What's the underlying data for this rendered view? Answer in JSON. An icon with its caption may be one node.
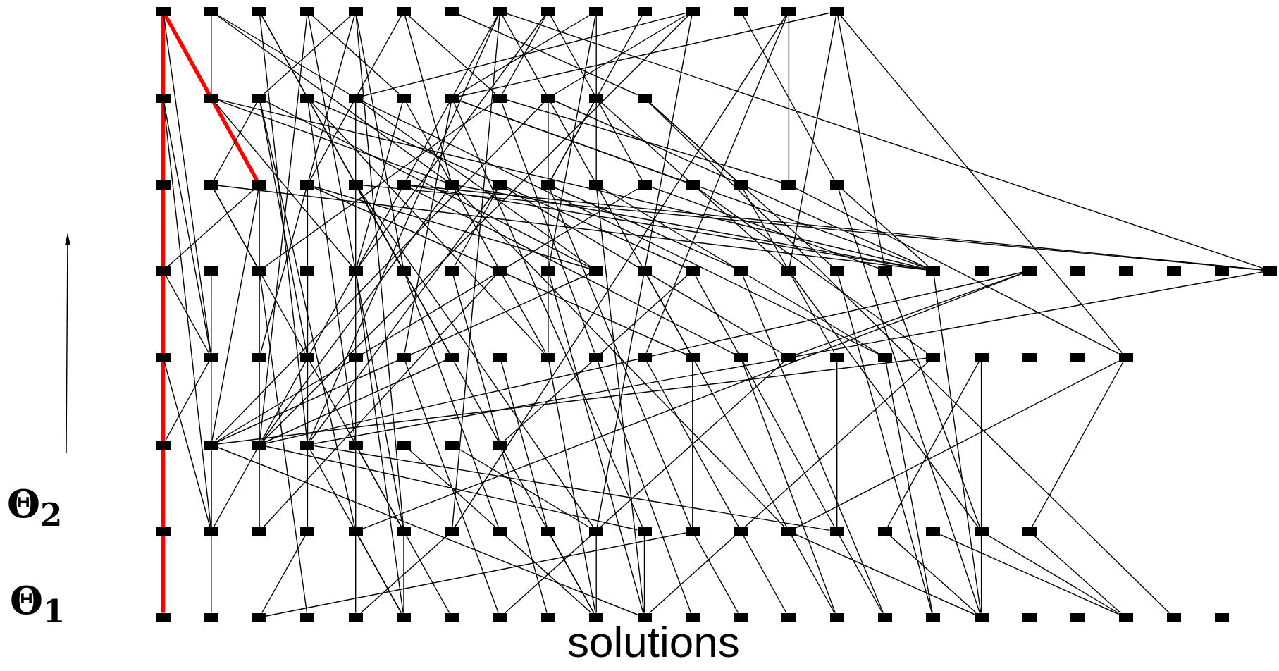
{
  "diagram": {
    "nodes": [
      {
        "text": [],
        "shape": "bar"
      },
      {
        "text": [],
        "shape": "bar"
      },
      {
        "text": [],
        "shape": "bar"
      },
      {
        "text": [],
        "shape": "bar"
      },
      {
        "text": [],
        "shape": "bar"
      },
      {
        "text": [],
        "shape": "bar"
      },
      {
        "text": [],
        "shape": "bar"
      },
      {
        "text": [],
        "shape": "bar"
      },
      {
        "text": [],
        "shape": "bar"
      },
      {
        "text": [],
        "shape": "bar"
      },
      {
        "text": [],
        "shape": "bar"
      },
      {
        "text": [],
        "shape": "bar"
      },
      {
        "text": [],
        "shape": "bar"
      },
      {
        "text": [],
        "shape": "bar"
      },
      {
        "text": [],
        "shape": "bar"
      },
      {
        "text": [],
        "shape": "bar"
      },
      {
        "text": [],
        "shape": "bar"
      },
      {
        "text": [],
        "shape": "bar"
      },
      {
        "text": [],
        "shape": "bar"
      },
      {
        "text": [],
        "shape": "bar"
      },
      {
        "text": [],
        "shape": "bar"
      },
      {
        "text": [],
        "shape": "bar"
      },
      {
        "text": [],
        "shape": "bar"
      },
      {
        "text": [],
        "shape": "bar"
      },
      {
        "text": [],
        "shape": "bar"
      },
      {
        "text": [],
        "shape": "bar"
      },
      {
        "text": [],
        "shape": "bar"
      },
      {
        "text": [],
        "shape": "bar"
      },
      {
        "text": [],
        "shape": "bar"
      },
      {
        "text": [],
        "shape": "bar"
      },
      {
        "text": [],
        "shape": "bar"
      },
      {
        "text": [],
        "shape": "bar"
      },
      {
        "text": [],
        "shape": "bar"
      },
      {
        "text": [],
        "shape": "bar"
      },
      {
        "text": [],
        "shape": "bar"
      },
      {
        "text": [],
        "shape": "bar"
      },
      {
        "text": [],
        "shape": "bar"
      },
      {
        "text": [],
        "shape": "bar"
      },
      {
        "text": [],
        "shape": "bar"
      },
      {
        "text": [],
        "shape": "bar"
      },
      {
        "text": [],
        "shape": "bar"
      },
      {
        "text": [],
        "shape": "bar"
      },
      {
        "text": [],
        "shape": "bar"
      },
      {
        "text": [],
        "shape": "bar"
      },
      {
        "text": [],
        "shape": "bar"
      },
      {
        "text": [],
        "shape": "bar"
      },
      {
        "text": [],
        "shape": "bar"
      },
      {
        "text": [],
        "shape": "bar"
      },
      {
        "text": [],
        "shape": "bar"
      },
      {
        "text": [],
        "shape": "bar"
      },
      {
        "text": [],
        "shape": "bar"
      },
      {
        "text": [],
        "shape": "bar"
      },
      {
        "text": [],
        "shape": "bar"
      },
      {
        "text": [],
        "shape": "bar"
      },
      {
        "text": [],
        "shape": "bar"
      },
      {
        "text": [],
        "shape": "bar"
      },
      {
        "text": [],
        "shape": "bar"
      },
      {
        "text": [],
        "shape": "bar"
      },
      {
        "text": [],
        "shape": "bar"
      },
      {
        "text": [],
        "shape": "bar"
      },
      {
        "text": [],
        "shape": "bar"
      },
      {
        "text": [],
        "shape": "bar"
      },
      {
        "text": [],
        "shape": "bar"
      },
      {
        "text": [],
        "shape": "bar"
      },
      {
        "text": [],
        "shape": "bar"
      },
      {
        "text": [],
        "shape": "bar"
      },
      {
        "text": [],
        "shape": "bar"
      },
      {
        "text": [],
        "shape": "bar"
      },
      {
        "text": [],
        "shape": "bar"
      },
      {
        "text": [],
        "shape": "bar"
      },
      {
        "text": [],
        "shape": "bar"
      },
      {
        "text": [],
        "shape": "bar"
      },
      {
        "text": [],
        "shape": "bar"
      },
      {
        "text": [],
        "shape": "bar"
      },
      {
        "text": [],
        "shape": "bar"
      },
      {
        "text": [],
        "shape": "bar"
      },
      {
        "text": [],
        "shape": "bar"
      },
      {
        "text": [],
        "shape": "bar"
      },
      {
        "text": [],
        "shape": "bar"
      },
      {
        "text": [],
        "shape": "bar"
      },
      {
        "text": [],
        "shape": "bar"
      },
      {
        "text": [],
        "shape": "bar"
      },
      {
        "text": [],
        "shape": "bar"
      },
      {
        "text": [],
        "shape": "bar"
      },
      {
        "text": [],
        "shape": "bar"
      },
      {
        "text": [],
        "shape": "bar"
      },
      {
        "text": [],
        "shape": "bar"
      },
      {
        "text": [],
        "shape": "bar"
      },
      {
        "text": [],
        "shape": "bar"
      },
      {
        "text": [],
        "shape": "bar"
      },
      {
        "text": [],
        "shape": "bar"
      },
      {
        "text": [],
        "shape": "bar"
      },
      {
        "text": [],
        "shape": "bar"
      },
      {
        "text": [],
        "shape": "bar"
      },
      {
        "text": [],
        "shape": "bar"
      },
      {
        "text": [],
        "shape": "bar"
      },
      {
        "text": [],
        "shape": "bar"
      },
      {
        "text": [],
        "shape": "bar"
      },
      {
        "text": [],
        "shape": "bar"
      },
      {
        "text": [],
        "shape": "bar"
      },
      {
        "text": [],
        "shape": "bar"
      },
      {
        "text": [],
        "shape": "bar"
      },
      {
        "text": [],
        "shape": "bar"
      },
      {
        "text": [],
        "shape": "bar"
      },
      {
        "text": [],
        "shape": "bar"
      },
      {
        "text": [],
        "shape": "bar"
      },
      {
        "text": [],
        "shape": "bar"
      },
      {
        "text": [],
        "shape": "bar"
      },
      {
        "text": [],
        "shape": "bar"
      },
      {
        "text": [],
        "shape": "bar"
      },
      {
        "text": [],
        "shape": "bar"
      },
      {
        "text": [],
        "shape": "bar"
      },
      {
        "text": [],
        "shape": "bar"
      },
      {
        "text": [],
        "shape": "bar"
      },
      {
        "text": [],
        "shape": "bar"
      },
      {
        "text": [],
        "shape": "bar"
      },
      {
        "text": [],
        "shape": "bar"
      },
      {
        "text": [],
        "shape": "bar"
      },
      {
        "text": [],
        "shape": "bar"
      },
      {
        "text": [],
        "shape": "bar"
      },
      {
        "text": [],
        "shape": "bar"
      },
      {
        "text": [],
        "shape": "bar"
      },
      {
        "text": [],
        "shape": "bar"
      },
      {
        "text": [],
        "shape": "bar"
      },
      {
        "text": [],
        "shape": "bar"
      },
      {
        "text": [],
        "shape": "bar"
      },
      {
        "text": [],
        "shape": "bar"
      },
      {
        "text": [],
        "shape": "bar"
      },
      {
        "text": [],
        "shape": "bar"
      },
      {
        "text": [],
        "shape": "bar"
      },
      {
        "text": [],
        "shape": "bar"
      },
      {
        "text": [],
        "shape": "bar"
      },
      {
        "text": [],
        "shape": "bar"
      },
      {
        "text": [],
        "shape": "bar"
      },
      {
        "text": [],
        "shape": "bar"
      },
      {
        "text": [],
        "shape": "bar"
      }
    ],
    "edges": [
      {
        "from": 0,
        "to": 113,
        "arrow": "none",
        "style": "thick",
        "color": "#ff0000"
      },
      {
        "from": 0,
        "to": 28,
        "arrow": "none",
        "style": "thick",
        "color": "#ff0000"
      },
      {
        "from": 0,
        "to": 66,
        "arrow": "none"
      },
      {
        "from": 1,
        "to": 16,
        "arrow": "none"
      },
      {
        "from": 1,
        "to": 19,
        "arrow": "none"
      },
      {
        "from": 1,
        "to": 32,
        "arrow": "none"
      },
      {
        "from": 2,
        "to": 89,
        "arrow": "none"
      },
      {
        "from": 2,
        "to": 30,
        "arrow": "none"
      },
      {
        "from": 2,
        "to": 46,
        "arrow": "none"
      },
      {
        "from": 3,
        "to": 20,
        "arrow": "none"
      },
      {
        "from": 3,
        "to": 88,
        "arrow": "none"
      },
      {
        "from": 3,
        "to": 99,
        "arrow": "none"
      },
      {
        "from": 4,
        "to": 17,
        "arrow": "none"
      },
      {
        "from": 4,
        "to": 46,
        "arrow": "none"
      },
      {
        "from": 4,
        "to": 99,
        "arrow": "none"
      },
      {
        "from": 4,
        "to": 67,
        "arrow": "none"
      },
      {
        "from": 5,
        "to": 22,
        "arrow": "none"
      },
      {
        "from": 5,
        "to": 29,
        "arrow": "none"
      },
      {
        "from": 5,
        "to": 32,
        "arrow": "none"
      },
      {
        "from": 6,
        "to": 25,
        "arrow": "none"
      },
      {
        "from": 7,
        "to": 64,
        "arrow": "none"
      },
      {
        "from": 7,
        "to": 76,
        "arrow": "none"
      },
      {
        "from": 7,
        "to": 88,
        "arrow": "none"
      },
      {
        "from": 7,
        "to": 89,
        "arrow": "none"
      },
      {
        "from": 7,
        "to": 100,
        "arrow": "none"
      },
      {
        "from": 8,
        "to": 22,
        "arrow": "none"
      },
      {
        "from": 8,
        "to": 36,
        "arrow": "none"
      },
      {
        "from": 8,
        "to": 45,
        "arrow": "none"
      },
      {
        "from": 9,
        "to": 21,
        "arrow": "none"
      },
      {
        "from": 9,
        "to": 35,
        "arrow": "none"
      },
      {
        "from": 9,
        "to": 49,
        "arrow": "none"
      },
      {
        "from": 10,
        "to": 34,
        "arrow": "none"
      },
      {
        "from": 11,
        "to": 19,
        "arrow": "none"
      },
      {
        "from": 11,
        "to": 88,
        "arrow": "none"
      },
      {
        "from": 11,
        "to": 103,
        "arrow": "none"
      },
      {
        "from": 11,
        "to": 23,
        "arrow": "none"
      },
      {
        "from": 12,
        "to": 40,
        "arrow": "none"
      },
      {
        "from": 13,
        "to": 39,
        "arrow": "none"
      },
      {
        "from": 13,
        "to": 75,
        "arrow": "none"
      },
      {
        "from": 13,
        "to": 100,
        "arrow": "none"
      },
      {
        "from": 14,
        "to": 21,
        "arrow": "none"
      },
      {
        "from": 14,
        "to": 54,
        "arrow": "none"
      },
      {
        "from": 14,
        "to": 85,
        "arrow": "none"
      },
      {
        "from": 14,
        "to": 56,
        "arrow": "none"
      },
      {
        "from": 15,
        "to": 66,
        "arrow": "none"
      },
      {
        "from": 15,
        "to": 95,
        "arrow": "none"
      },
      {
        "from": 16,
        "to": 57,
        "arrow": "none"
      },
      {
        "from": 16,
        "to": 32,
        "arrow": "none"
      },
      {
        "from": 16,
        "to": 45,
        "arrow": "none"
      },
      {
        "from": 17,
        "to": 27,
        "arrow": "none"
      },
      {
        "from": 17,
        "to": 50,
        "arrow": "none"
      },
      {
        "from": 17,
        "to": 98,
        "arrow": "none"
      },
      {
        "from": 17,
        "to": 68,
        "arrow": "none"
      },
      {
        "from": 18,
        "to": 90,
        "arrow": "none"
      },
      {
        "from": 18,
        "to": 52,
        "arrow": "none"
      },
      {
        "from": 18,
        "to": 73,
        "arrow": "none"
      },
      {
        "from": 19,
        "to": 50,
        "arrow": "none"
      },
      {
        "from": 19,
        "to": 80,
        "arrow": "none"
      },
      {
        "from": 19,
        "to": 117,
        "arrow": "none"
      },
      {
        "from": 20,
        "to": 45,
        "arrow": "none"
      },
      {
        "from": 20,
        "to": 73,
        "arrow": "none"
      },
      {
        "from": 21,
        "to": 57,
        "arrow": "none"
      },
      {
        "from": 21,
        "to": 70,
        "arrow": "none"
      },
      {
        "from": 21,
        "to": 37,
        "arrow": "none"
      },
      {
        "from": 21,
        "to": 104,
        "arrow": "none"
      },
      {
        "from": 22,
        "to": 43,
        "arrow": "none"
      },
      {
        "from": 22,
        "to": 39,
        "arrow": "none"
      },
      {
        "from": 22,
        "to": 74,
        "arrow": "none"
      },
      {
        "from": 23,
        "to": 73,
        "arrow": "none"
      },
      {
        "from": 23,
        "to": 57,
        "arrow": "none"
      },
      {
        "from": 23,
        "to": 87,
        "arrow": "none"
      },
      {
        "from": 24,
        "to": 34,
        "arrow": "none"
      },
      {
        "from": 24,
        "to": 54,
        "arrow": "none"
      },
      {
        "from": 25,
        "to": 55,
        "arrow": "none"
      },
      {
        "from": 25,
        "to": 134,
        "arrow": "none"
      },
      {
        "from": 25,
        "to": 38,
        "arrow": "none"
      },
      {
        "from": 28,
        "to": 41,
        "arrow": "none"
      },
      {
        "from": 27,
        "to": 43,
        "arrow": "none"
      },
      {
        "from": 27,
        "to": 68,
        "arrow": "none"
      },
      {
        "from": 27,
        "to": 57,
        "arrow": "none"
      },
      {
        "from": 28,
        "to": 87,
        "arrow": "none"
      },
      {
        "from": 28,
        "to": 96,
        "arrow": "none"
      },
      {
        "from": 29,
        "to": 50,
        "arrow": "none"
      },
      {
        "from": 29,
        "to": 76,
        "arrow": "none"
      },
      {
        "from": 29,
        "to": 89,
        "arrow": "none"
      },
      {
        "from": 30,
        "to": 64,
        "arrow": "none"
      },
      {
        "from": 30,
        "to": 71,
        "arrow": "none"
      },
      {
        "from": 30,
        "to": 103,
        "arrow": "none"
      },
      {
        "from": 30,
        "to": 122,
        "arrow": "none"
      },
      {
        "from": 31,
        "to": 64,
        "arrow": "none"
      },
      {
        "from": 31,
        "to": 57,
        "arrow": "none"
      },
      {
        "from": 31,
        "to": 77,
        "arrow": "none"
      },
      {
        "from": 32,
        "to": 57,
        "arrow": "none"
      },
      {
        "from": 32,
        "to": 88,
        "arrow": "none"
      },
      {
        "from": 32,
        "to": 107,
        "arrow": "none"
      },
      {
        "from": 33,
        "to": 47,
        "arrow": "none"
      },
      {
        "from": 33,
        "to": 89,
        "arrow": "none"
      },
      {
        "from": 33,
        "to": 78,
        "arrow": "none"
      },
      {
        "from": 34,
        "to": 53,
        "arrow": "none"
      },
      {
        "from": 34,
        "to": 105,
        "arrow": "none"
      },
      {
        "from": 35,
        "to": 80,
        "arrow": "none"
      },
      {
        "from": 35,
        "to": 123,
        "arrow": "none"
      },
      {
        "from": 36,
        "to": 56,
        "arrow": "none"
      },
      {
        "from": 36,
        "to": 87,
        "arrow": "none"
      },
      {
        "from": 37,
        "to": 81,
        "arrow": "none"
      },
      {
        "from": 38,
        "to": 79,
        "arrow": "none"
      },
      {
        "from": 39,
        "to": 85,
        "arrow": "none"
      },
      {
        "from": 40,
        "to": 57,
        "arrow": "none"
      },
      {
        "from": 40,
        "to": 130,
        "arrow": "none"
      },
      {
        "from": 41,
        "to": 66,
        "arrow": "none"
      },
      {
        "from": 42,
        "to": 66,
        "arrow": "none"
      },
      {
        "from": 43,
        "to": 116,
        "arrow": "none"
      },
      {
        "from": 44,
        "to": 97,
        "arrow": "none"
      },
      {
        "from": 45,
        "to": 118,
        "arrow": "none"
      },
      {
        "from": 46,
        "to": 101,
        "arrow": "none"
      },
      {
        "from": 47,
        "to": 121,
        "arrow": "none"
      },
      {
        "from": 48,
        "to": 96,
        "arrow": "none"
      },
      {
        "from": 49,
        "to": 123,
        "arrow": "none"
      },
      {
        "from": 50,
        "to": 87,
        "arrow": "none"
      },
      {
        "from": 51,
        "to": 127,
        "arrow": "none"
      },
      {
        "from": 52,
        "to": 108,
        "arrow": "none"
      },
      {
        "from": 53,
        "to": 128,
        "arrow": "none"
      },
      {
        "from": 54,
        "to": 111,
        "arrow": "none"
      },
      {
        "from": 55,
        "to": 129,
        "arrow": "none"
      },
      {
        "from": 56,
        "to": 111,
        "arrow": "none"
      },
      {
        "from": 57,
        "to": 130,
        "arrow": "none"
      },
      {
        "from": 59,
        "to": 88,
        "arrow": "none"
      },
      {
        "from": 59,
        "to": 98,
        "arrow": "none"
      },
      {
        "from": 59,
        "to": 78,
        "arrow": "none"
      },
      {
        "from": 64,
        "to": 89,
        "arrow": "none"
      },
      {
        "from": 65,
        "to": 95,
        "arrow": "none"
      },
      {
        "from": 66,
        "to": 95,
        "arrow": "none"
      },
      {
        "from": 86,
        "to": 66,
        "arrow": "none"
      },
      {
        "from": 87,
        "to": 95,
        "arrow": "none"
      },
      {
        "from": 95,
        "to": 114,
        "arrow": "none"
      },
      {
        "from": 68,
        "to": 99,
        "arrow": "none"
      },
      {
        "from": 70,
        "to": 120,
        "arrow": "none"
      },
      {
        "from": 71,
        "to": 88,
        "arrow": "none"
      },
      {
        "from": 72,
        "to": 102,
        "arrow": "none"
      },
      {
        "from": 73,
        "to": 122,
        "arrow": "none"
      },
      {
        "from": 74,
        "to": 124,
        "arrow": "none"
      },
      {
        "from": 75,
        "to": 126,
        "arrow": "none"
      },
      {
        "from": 76,
        "to": 105,
        "arrow": "none"
      },
      {
        "from": 77,
        "to": 127,
        "arrow": "none"
      },
      {
        "from": 79,
        "to": 108,
        "arrow": "none"
      },
      {
        "from": 80,
        "to": 129,
        "arrow": "none"
      },
      {
        "from": 81,
        "to": 87,
        "arrow": "none"
      },
      {
        "from": 82,
        "to": 109,
        "arrow": "none"
      },
      {
        "from": 85,
        "to": 112,
        "arrow": "none"
      },
      {
        "from": 85,
        "to": 107,
        "arrow": "none"
      },
      {
        "from": 87,
        "to": 123,
        "arrow": "none"
      },
      {
        "from": 88,
        "to": 104,
        "arrow": "none"
      },
      {
        "from": 89,
        "to": 118,
        "arrow": "none"
      },
      {
        "from": 89,
        "to": 108,
        "arrow": "none"
      },
      {
        "from": 90,
        "to": 119,
        "arrow": "none"
      },
      {
        "from": 91,
        "to": 122,
        "arrow": "none"
      },
      {
        "from": 92,
        "to": 103,
        "arrow": "none"
      },
      {
        "from": 93,
        "to": 52,
        "arrow": "none"
      },
      {
        "from": 95,
        "to": 88,
        "arrow": "none"
      },
      {
        "from": 97,
        "to": 115,
        "arrow": "none"
      },
      {
        "from": 98,
        "to": 118,
        "arrow": "none"
      },
      {
        "from": 99,
        "to": 118,
        "arrow": "none"
      },
      {
        "from": 100,
        "to": 117,
        "arrow": "none"
      },
      {
        "from": 102,
        "to": 122,
        "arrow": "none"
      },
      {
        "from": 103,
        "to": 122,
        "arrow": "none"
      },
      {
        "from": 104,
        "to": 123,
        "arrow": "none"
      },
      {
        "from": 105,
        "to": 125,
        "arrow": "none"
      },
      {
        "from": 107,
        "to": 130,
        "arrow": "none"
      },
      {
        "from": 108,
        "to": 128,
        "arrow": "none"
      },
      {
        "from": 109,
        "to": 130,
        "arrow": "none"
      },
      {
        "from": 110,
        "to": 133,
        "arrow": "none"
      },
      {
        "from": 111,
        "to": 133,
        "arrow": "none"
      },
      {
        "from": 112,
        "to": 133,
        "arrow": "none"
      },
      {
        "from": 115,
        "to": 105,
        "arrow": "none"
      },
      {
        "from": 120,
        "to": 78,
        "arrow": "none"
      },
      {
        "from": 123,
        "to": 81,
        "arrow": "none"
      },
      {
        "from": 130,
        "to": 82,
        "arrow": "none"
      }
    ],
    "labels": [
      "Θ$_{2}$",
      "Θ$_{1}$",
      "solutions"
    ]
  }
}
